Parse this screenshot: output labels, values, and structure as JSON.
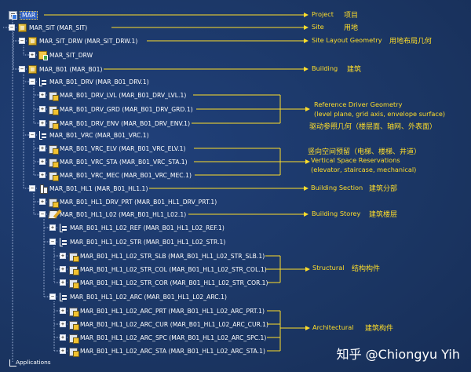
{
  "colors": {
    "background": "#1b3664",
    "annotation": "#ffde2a",
    "tree_text": "#ffffff",
    "selected_bg": "#2d5fc0"
  },
  "tree": {
    "root_label": "MAR",
    "nodes": [
      {
        "label": "MAR_SIT (MAR_SIT)",
        "icon": "product-icon",
        "expander": "minus"
      },
      {
        "label": "MAR_SIT_DRW (MAR_SIT_DRW.1)",
        "icon": "product-icon",
        "expander": "minus"
      },
      {
        "label": "MAR_SIT_DRW",
        "icon": "folder-icon",
        "expander": "plus"
      },
      {
        "label": "MAR_B01 (MAR_B01)",
        "icon": "product-icon",
        "expander": "minus"
      },
      {
        "label": "MAR_B01_DRV (MAR_B01_DRV.1)",
        "icon": "tree-icon",
        "expander": "minus"
      },
      {
        "label": "MAR_B01_DRV_LVL (MAR_B01_DRV_LVL.1)",
        "icon": "cube-icon",
        "expander": "plus"
      },
      {
        "label": "MAR_B01_DRV_GRD (MAR_B01_DRV_GRD.1)",
        "icon": "cube-icon",
        "expander": "plus"
      },
      {
        "label": "MAR_B01_DRV_ENV (MAR_B01_DRV_ENV.1)",
        "icon": "cube-icon",
        "expander": "plus"
      },
      {
        "label": "MAR_B01_VRC (MAR_B01_VRC.1)",
        "icon": "tree-icon",
        "expander": "minus"
      },
      {
        "label": "MAR_B01_VRC_ELV (MAR_B01_VRC_ELV.1)",
        "icon": "cube-icon",
        "expander": "plus"
      },
      {
        "label": "MAR_B01_VRC_STA (MAR_B01_VRC_STA.1)",
        "icon": "cube-icon",
        "expander": "plus"
      },
      {
        "label": "MAR_B01_VRC_MEC (MAR_B01_VRC_MEC.1)",
        "icon": "cube-icon",
        "expander": "plus"
      },
      {
        "label": "MAR_B01_HL1 (MAR_B01_HL1.1)",
        "icon": "building-icon",
        "expander": "minus"
      },
      {
        "label": "MAR_B01_HL1_DRV_PRT (MAR_B01_HL1_DRV_PRT.1)",
        "icon": "cube-icon",
        "expander": "plus"
      },
      {
        "label": "MAR_B01_HL1_L02 (MAR_B01_HL1_L02.1)",
        "icon": "pencil-icon",
        "expander": "minus"
      },
      {
        "label": "MAR_B01_HL1_L02_REF (MAR_B01_HL1_L02_REF.1)",
        "icon": "tree-icon",
        "expander": "plus"
      },
      {
        "label": "MAR_B01_HL1_L02_STR (MAR_B01_HL1_L02_STR.1)",
        "icon": "tree-icon",
        "expander": "minus"
      },
      {
        "label": "MAR_B01_HL1_L02_STR_SLB (MAR_B01_HL1_L02_STR_SLB.1)",
        "icon": "cube-icon",
        "expander": "plus"
      },
      {
        "label": "MAR_B01_HL1_L02_STR_COL (MAR_B01_HL1_L02_STR_COL.1)",
        "icon": "cube-icon",
        "expander": "plus"
      },
      {
        "label": "MAR_B01_HL1_L02_STR_COR (MAR_B01_HL1_L02_STR_COR.1)",
        "icon": "cube-icon",
        "expander": "plus"
      },
      {
        "label": "MAR_B01_HL1_L02_ARC (MAR_B01_HL1_L02_ARC.1)",
        "icon": "tree-icon",
        "expander": "minus"
      },
      {
        "label": "MAR_B01_HL1_L02_ARC_PRT (MAR_B01_HL1_L02_ARC_PRT.1)",
        "icon": "cube-icon",
        "expander": "plus"
      },
      {
        "label": "MAR_B01_HL1_L02_ARC_CUR (MAR_B01_HL1_L02_ARC_CUR.1)",
        "icon": "cube-icon",
        "expander": "plus"
      },
      {
        "label": "MAR_B01_HL1_L02_ARC_SPC (MAR_B01_HL1_L02_ARC_SPC.1)",
        "icon": "cube-icon",
        "expander": "plus"
      },
      {
        "label": "MAR_B01_HL1_L02_ARC_STA (MAR_B01_HL1_L02_ARC_STA.1)",
        "icon": "cube-icon",
        "expander": "plus"
      }
    ],
    "applications_label": "Applications"
  },
  "annotations": {
    "project_en": "Project",
    "project_cn": "项目",
    "site_en": "Site",
    "site_cn": "用地",
    "site_layout_en": "Site Layout Geometry",
    "site_layout_cn": "用地布局几何",
    "building_en": "Building",
    "building_cn": "建筑",
    "ref_driver_title": "Reference Driver Geometry",
    "ref_driver_sub": "(level plane, grid axis, envelope surface)",
    "ref_driver_cn": "驱动参照几何（楼层面、轴网、外表面）",
    "vsr_cn": "竖向空间预留（电梯、楼梯、井道）",
    "vsr_title": "Vertical Space Reservations",
    "vsr_sub": "(elevator, staircase, mechanical)",
    "section_en": "Building Section",
    "section_cn": "建筑分部",
    "storey_en": "Building Storey",
    "storey_cn": "建筑楼层",
    "structural_en": "Structural",
    "structural_cn": "结构构件",
    "architectural_en": "Architectural",
    "architectural_cn": "建筑构件"
  },
  "watermark": "知乎 @Chiongyu Yih"
}
